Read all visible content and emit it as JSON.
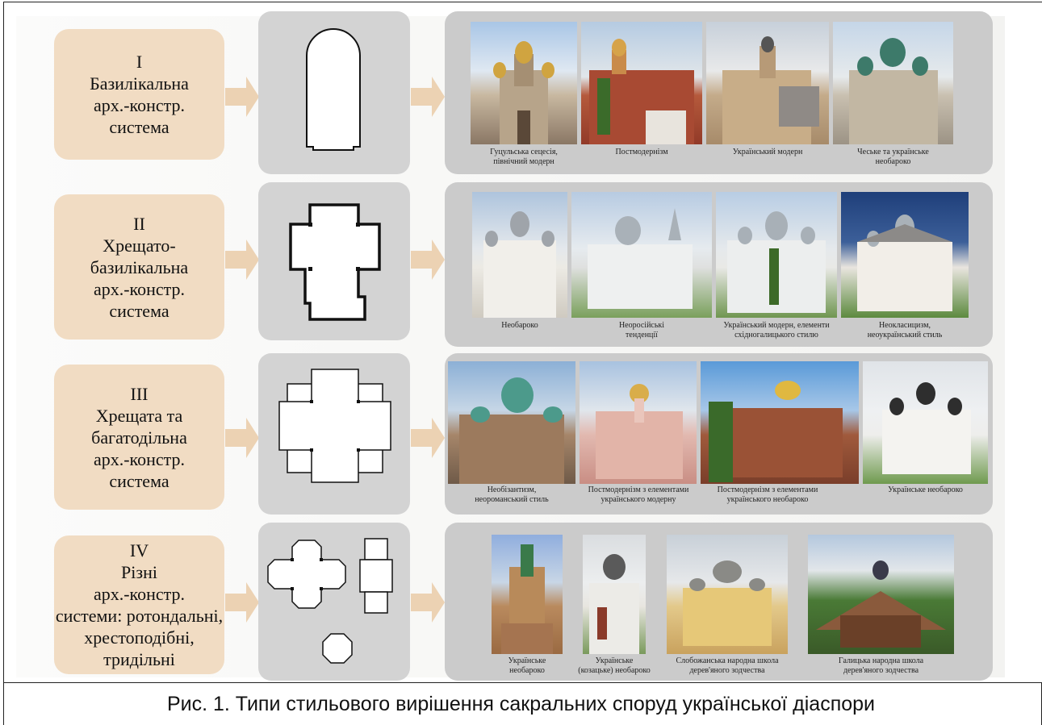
{
  "figure_caption": "Рис. 1. Типи стильового вирішення сакральних споруд української діаспори",
  "colors": {
    "label_bg": "#f1dcc3",
    "panel_bg": "#d3d3d3",
    "photo_panel_bg": "#cbcbcb",
    "arrow": "#ecd2b3"
  },
  "rows": [
    {
      "numeral": "I",
      "lines": [
        "Базилікальна",
        "арх.-констр.",
        "система"
      ],
      "captions": [
        [
          "Гуцульська сецесія,",
          "північний модерн"
        ],
        [
          "Постмодернізм"
        ],
        [
          "Український модерн"
        ],
        [
          "Чеське та українське",
          "необароко"
        ]
      ]
    },
    {
      "numeral": "II",
      "lines": [
        "Хрещато-",
        "базилікальна",
        "арх.-констр.",
        "система"
      ],
      "captions": [
        [
          "Необароко"
        ],
        [
          "Неоросійські",
          "тенденції"
        ],
        [
          "Український модерн, елементи",
          "східногалицького стилю"
        ],
        [
          "Неокласицизм,",
          "неоукраїнський стиль"
        ]
      ]
    },
    {
      "numeral": "III",
      "lines": [
        "Хрещата та",
        "багатодільна",
        "арх.-констр.",
        "система"
      ],
      "captions": [
        [
          "Необізантизм,",
          "неороманський стиль"
        ],
        [
          "Постмодернізм з елементами",
          "українського модерну"
        ],
        [
          "Постмодернізм з елементами",
          "українського необароко"
        ],
        [
          "Українське необароко"
        ]
      ]
    },
    {
      "numeral": "IV",
      "lines": [
        "Різні",
        "арх.-констр.",
        "системи: ротондальні,",
        "хрестоподібні,",
        "тридільні"
      ],
      "captions": [
        [
          "Українське",
          "необароко"
        ],
        [
          "Українське",
          "(козацьке) необароко"
        ],
        [
          "Слобожанська народна школа",
          "дерев'яного зодчества"
        ],
        [
          "Галицька народна школа",
          "дерев'яного зодчества"
        ]
      ]
    }
  ]
}
